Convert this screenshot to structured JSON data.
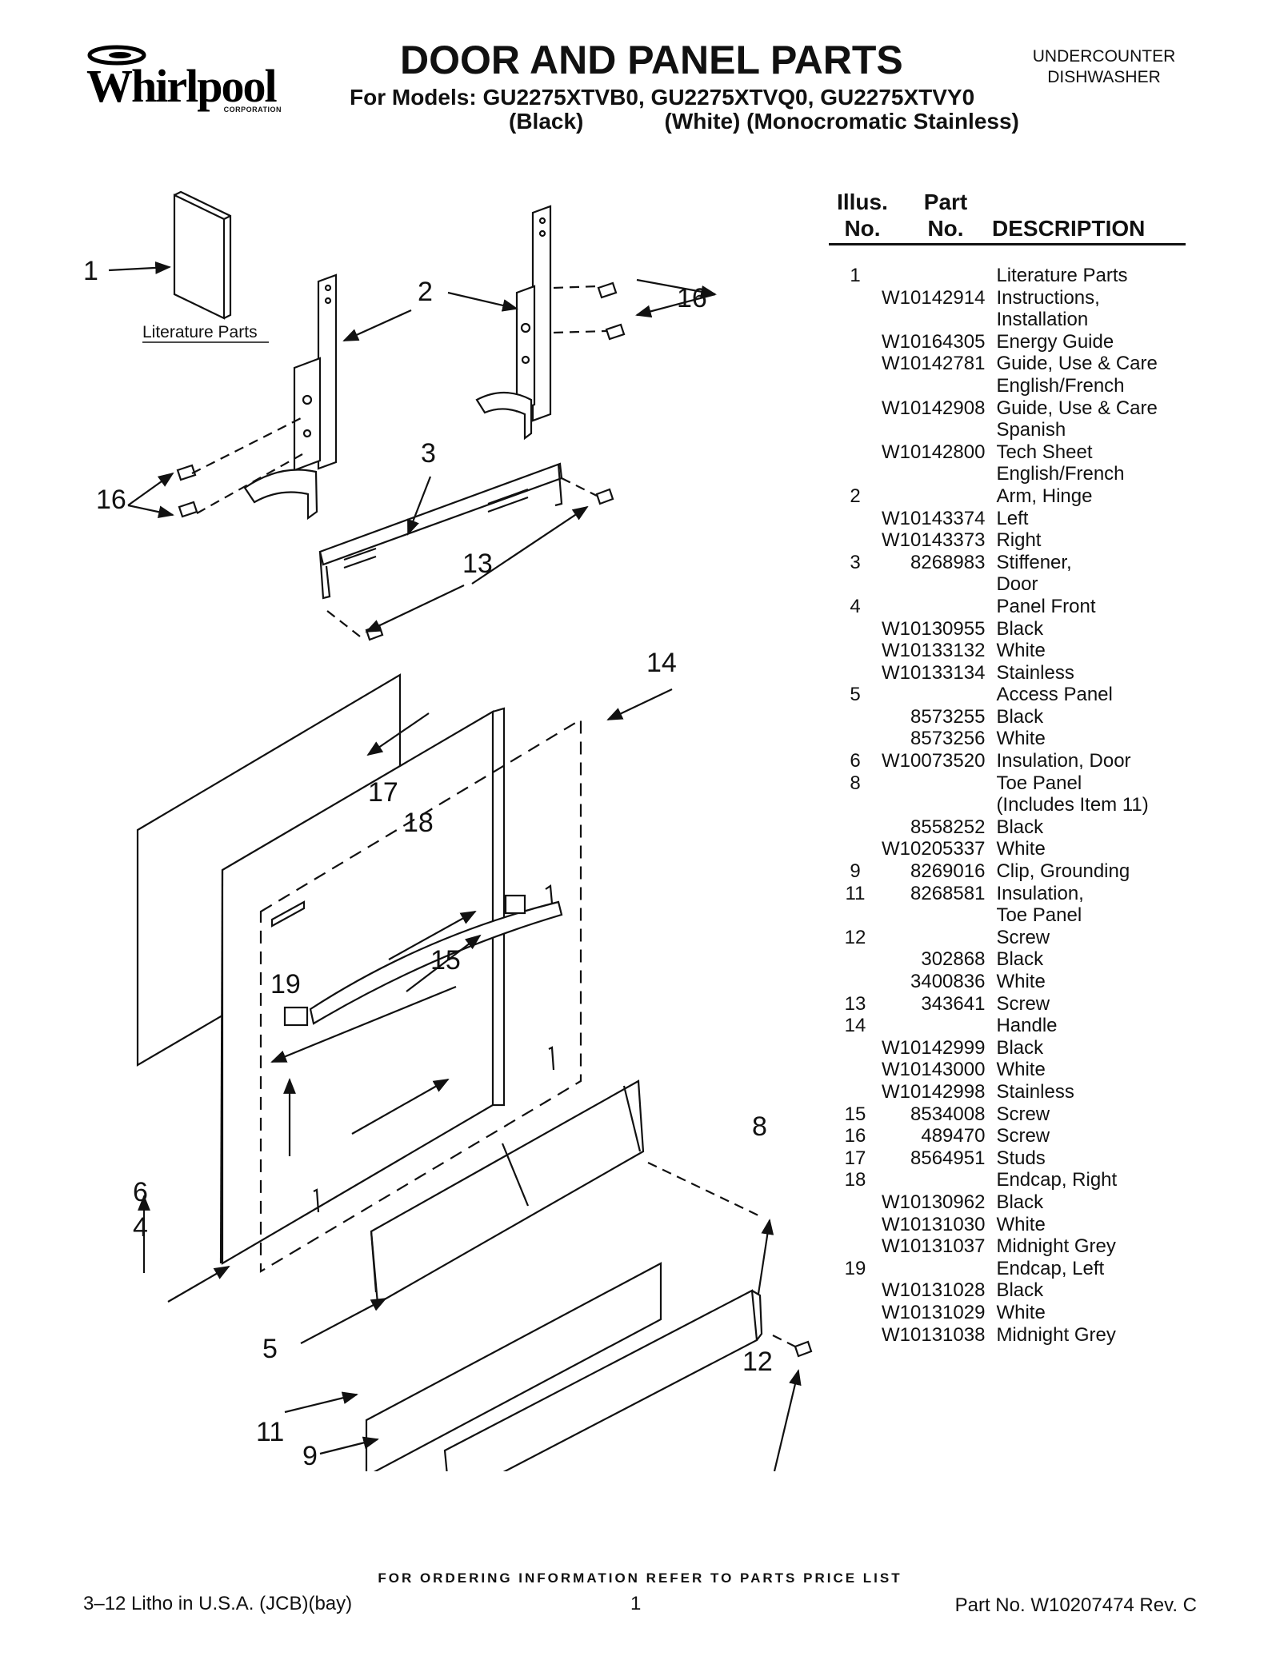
{
  "brand": {
    "name": "Whirlpool",
    "corp": "CORPORATION"
  },
  "header": {
    "title": "DOOR AND PANEL PARTS",
    "models": "For Models: GU2275XTVB0, GU2275XTVQ0, GU2275XTVY0",
    "models_sub": "(Black)             (White) (Monocromatic Stainless)",
    "appliance_line1": "UNDERCOUNTER",
    "appliance_line2": "DISHWASHER"
  },
  "diagram": {
    "literature_label": "Literature Parts",
    "callouts": {
      "c1": "1",
      "c2": "2",
      "c3": "3",
      "c4": "4",
      "c5": "5",
      "c6": "6",
      "c8": "8",
      "c9": "9",
      "c11": "11",
      "c12": "12",
      "c13": "13",
      "c14": "14",
      "c15": "15",
      "c16a": "16",
      "c16b": "16",
      "c17": "17",
      "c18": "18",
      "c19": "19"
    }
  },
  "parts_list": {
    "col_illus_1": "Illus.",
    "col_illus_2": "No.",
    "col_part_1": "Part",
    "col_part_2": "No.",
    "col_desc": "DESCRIPTION",
    "rows": [
      {
        "illus": "1",
        "part": "",
        "desc": "Literature Parts"
      },
      {
        "illus": "",
        "part": "W10142914",
        "desc": "Instructions,"
      },
      {
        "illus": "",
        "part": "",
        "desc": "Installation"
      },
      {
        "illus": "",
        "part": "W10164305",
        "desc": "Energy Guide"
      },
      {
        "illus": "",
        "part": "W10142781",
        "desc": "Guide, Use & Care"
      },
      {
        "illus": "",
        "part": "",
        "desc": "English/French"
      },
      {
        "illus": "",
        "part": "W10142908",
        "desc": "Guide, Use & Care"
      },
      {
        "illus": "",
        "part": "",
        "desc": "Spanish"
      },
      {
        "illus": "",
        "part": "W10142800",
        "desc": "Tech Sheet"
      },
      {
        "illus": "",
        "part": "",
        "desc": "English/French"
      },
      {
        "illus": "2",
        "part": "",
        "desc": "Arm, Hinge"
      },
      {
        "illus": "",
        "part": "W10143374",
        "desc": "Left"
      },
      {
        "illus": "",
        "part": "W10143373",
        "desc": "Right"
      },
      {
        "illus": "3",
        "part": "8268983",
        "desc": "Stiffener,"
      },
      {
        "illus": "",
        "part": "",
        "desc": "Door"
      },
      {
        "illus": "4",
        "part": "",
        "desc": "Panel Front"
      },
      {
        "illus": "",
        "part": "W10130955",
        "desc": "Black"
      },
      {
        "illus": "",
        "part": "W10133132",
        "desc": "White"
      },
      {
        "illus": "",
        "part": "W10133134",
        "desc": "Stainless"
      },
      {
        "illus": "5",
        "part": "",
        "desc": "Access Panel"
      },
      {
        "illus": "",
        "part": "8573255",
        "desc": "Black"
      },
      {
        "illus": "",
        "part": "8573256",
        "desc": "White"
      },
      {
        "illus": "6",
        "part": "W10073520",
        "desc": "Insulation, Door"
      },
      {
        "illus": "8",
        "part": "",
        "desc": "Toe Panel"
      },
      {
        "illus": "",
        "part": "",
        "desc": "(Includes Item 11)"
      },
      {
        "illus": "",
        "part": "8558252",
        "desc": "Black"
      },
      {
        "illus": "",
        "part": "W10205337",
        "desc": "White"
      },
      {
        "illus": "9",
        "part": "8269016",
        "desc": "Clip, Grounding"
      },
      {
        "illus": "11",
        "part": "8268581",
        "desc": "Insulation,"
      },
      {
        "illus": "",
        "part": "",
        "desc": "Toe Panel"
      },
      {
        "illus": "12",
        "part": "",
        "desc": "Screw"
      },
      {
        "illus": "",
        "part": "302868",
        "desc": "Black"
      },
      {
        "illus": "",
        "part": "3400836",
        "desc": "White"
      },
      {
        "illus": "13",
        "part": "343641",
        "desc": "Screw"
      },
      {
        "illus": "14",
        "part": "",
        "desc": "Handle"
      },
      {
        "illus": "",
        "part": "W10142999",
        "desc": "Black"
      },
      {
        "illus": "",
        "part": "W10143000",
        "desc": "White"
      },
      {
        "illus": "",
        "part": "W10142998",
        "desc": "Stainless"
      },
      {
        "illus": "15",
        "part": "8534008",
        "desc": "Screw"
      },
      {
        "illus": "16",
        "part": "489470",
        "desc": "Screw"
      },
      {
        "illus": "17",
        "part": "8564951",
        "desc": "Studs"
      },
      {
        "illus": "18",
        "part": "",
        "desc": "Endcap, Right"
      },
      {
        "illus": "",
        "part": "W10130962",
        "desc": "Black"
      },
      {
        "illus": "",
        "part": "W10131030",
        "desc": "White"
      },
      {
        "illus": "",
        "part": "W10131037",
        "desc": "Midnight Grey"
      },
      {
        "illus": "19",
        "part": "",
        "desc": "Endcap, Left"
      },
      {
        "illus": "",
        "part": "W10131028",
        "desc": "Black"
      },
      {
        "illus": "",
        "part": "W10131029",
        "desc": "White"
      },
      {
        "illus": "",
        "part": "W10131038",
        "desc": "Midnight Grey"
      }
    ]
  },
  "footer": {
    "ordering": "FOR ORDERING INFORMATION REFER TO PARTS PRICE LIST",
    "litho": "3–12 Litho in U.S.A. (JCB)(bay)",
    "page": "1",
    "part_no": "Part No. W10207474 Rev. C"
  }
}
